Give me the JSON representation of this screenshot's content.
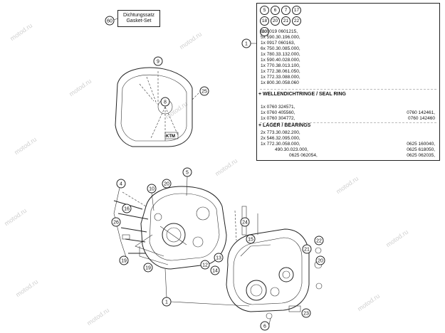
{
  "gasket_set": {
    "callout": "60",
    "line1": "Dichtungssatz",
    "line2": "Gasket-Set"
  },
  "spec_box": {
    "callout": "1",
    "header_callouts": [
      "5",
      "6",
      "7",
      "17",
      "18",
      "20",
      "21",
      "22",
      "23"
    ],
    "parts": [
      "8x 0019 0601215,",
      "5x 590.30.196.000,",
      "1x 0917 060163,",
      "6x 750.30.085.000,",
      "1x 780.33.132.000,",
      "1x 590.40.028.000,",
      "1x 770.38.013.100,",
      "1x 772.38.061.050,",
      "1x 772.33.088.000,",
      "1x 800.30.058.060"
    ],
    "seal_title": "+ WELLENDICHTRINGE / SEAL RING",
    "seals": [
      [
        "1x 0760 324571,",
        ""
      ],
      [
        "1x 0760 405560,",
        "0760 142461,"
      ],
      [
        "1x 0760 304772,",
        "0760 142460"
      ]
    ],
    "bearing_title": "+ LAGER / BEARINGS",
    "bearings": [
      [
        "2x 773.30.082.200,",
        ""
      ],
      [
        "2x 546.32.095.000,",
        ""
      ],
      [
        "1x 772.30.058.000,",
        "0625 160040,"
      ],
      [
        "490.30.023.000,",
        "0625 618050,"
      ],
      [
        "0625 062054,",
        "0625 062035,"
      ]
    ]
  },
  "cover_callouts": [
    "9",
    "8",
    "25"
  ],
  "crankcase_callouts": [
    "5",
    "20",
    "10",
    "4",
    "16",
    "26",
    "19",
    "13",
    "12",
    "14",
    "24",
    "15",
    "22",
    "21",
    "20",
    "23",
    "1",
    "6"
  ],
  "cover_logo": "KTM",
  "watermark": "motod.ru"
}
